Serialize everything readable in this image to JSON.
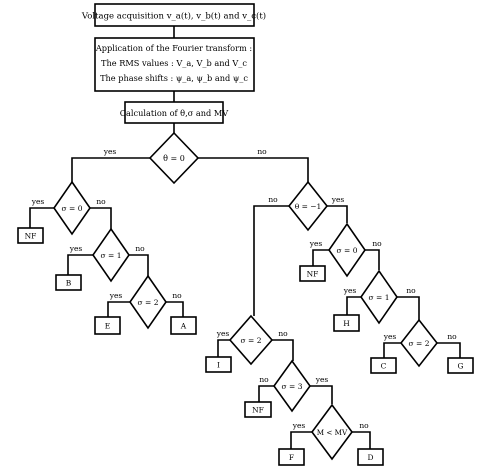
{
  "process": {
    "acquisition": "Voltage acquisition v_a(t), v_b(t) and v_c(t)",
    "fourier_title": "Application of the Fourier transform :",
    "fourier_rms": "The RMS values : V_a, V_b and V_c",
    "fourier_phase": "The phase shifts : ψ_a, ψ_b and ψ_c",
    "calculation": "Calculation of θ,σ and MV"
  },
  "decisions": {
    "theta_zero": "θ = 0",
    "theta_minus_one": "θ = −1",
    "sigma_zero_left": "σ = 0",
    "sigma_one_left": "σ = 1",
    "sigma_two_left": "σ = 2",
    "sigma_two_mid": "σ = 2",
    "sigma_three_mid": "σ = 3",
    "m_less_mv": "M < MV",
    "sigma_zero_right": "σ = 0",
    "sigma_one_right": "σ = 1",
    "sigma_two_right": "σ = 2"
  },
  "results": {
    "nf_1": "NF",
    "b": "B",
    "e": "E",
    "a": "A",
    "i": "I",
    "nf_2": "NF",
    "f": "F",
    "d": "D",
    "nf_3": "NF",
    "h": "H",
    "c": "C",
    "g": "G"
  },
  "branch": {
    "yes": "yes",
    "no": "no"
  }
}
